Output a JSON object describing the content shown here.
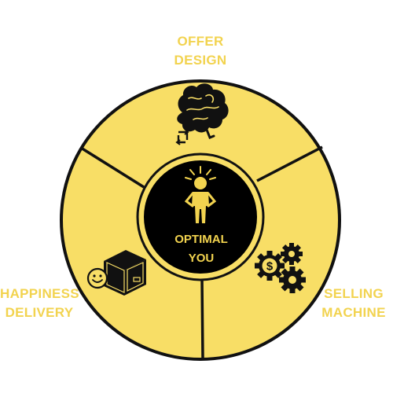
{
  "colors": {
    "segment_fill": "#f8de66",
    "outline": "#111111",
    "center_fill": "#000000",
    "accent": "#f2d34f",
    "icon": "#111111"
  },
  "center": {
    "line1": "OPTIMAL",
    "line2": "YOU",
    "icon": "person-with-lightbulb-icon"
  },
  "segments": [
    {
      "line1": "OFFER",
      "line2": "DESIGN",
      "icon": "brain-icon"
    },
    {
      "line1": "SELLING",
      "line2": "MACHINE",
      "icon": "gears-dollar-icon"
    },
    {
      "line1": "HAPPINESS",
      "line2": "DELIVERY",
      "icon": "smiley-box-icon"
    }
  ]
}
